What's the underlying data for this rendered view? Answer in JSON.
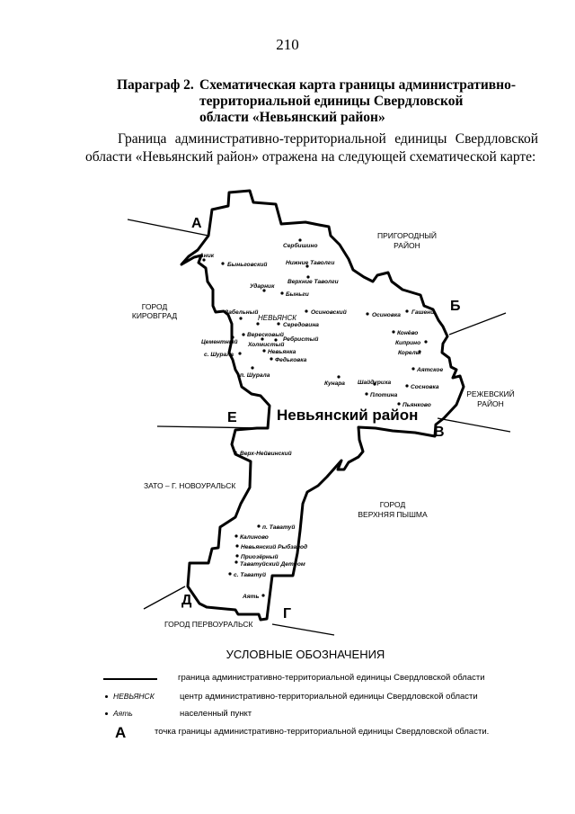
{
  "page": {
    "number": "210"
  },
  "heading": {
    "label": "Параграф 2.",
    "title_lines": [
      "Схематическая карта границы административно-",
      "территориальной единицы Свердловской",
      "области «Невьянский район»"
    ]
  },
  "intro": {
    "text": "Граница административно-территориальной единицы Свердловской области «Невьянский район» отражена на следующей схематической карте:"
  },
  "map": {
    "district_name": "Невьянский район",
    "neighbors": {
      "prigorodny": [
        "ПРИГОРОДНЫЙ",
        "РАЙОН"
      ],
      "kirovgrad": [
        "ГОРОД",
        "КИРОВГРАД"
      ],
      "rezhevskoy": [
        "РЕЖЕВСКИЙ",
        "РАЙОН"
      ],
      "novouralsk": "ЗАТО – Г. НОВОУРАЛЬСК",
      "verkhnyaya_pyshma": [
        "ГОРОД",
        "ВЕРХНЯЯ ПЫШМА"
      ],
      "pervouralsk": "ГОРОД ПЕРВОУРАЛЬСК"
    },
    "boundary_points": [
      "А",
      "Б",
      "В",
      "Г",
      "Д",
      "Е"
    ],
    "center": "НЕВЬЯНСК",
    "settlements": [
      "Аник",
      "Быньговский",
      "Сербишино",
      "Нижние Таволги",
      "Верхние Таволги",
      "Ударник",
      "Быньги",
      "Забельный",
      "Осиновский",
      "Осиновка",
      "Гашени",
      "Середовина",
      "Ребристый",
      "Вересковый",
      "Цементный",
      "Холмистый",
      "с. Шурала",
      "Невьянка",
      "Федьковка",
      "п. Шурала",
      "Конёво",
      "Киприно",
      "Корелы",
      "Аятское",
      "Кунара",
      "Шайдуриха",
      "Сосновка",
      "Плотина",
      "Пьянково",
      "Верх-Нейвинский",
      "п. Таватуй",
      "Калиново",
      "Невьянский Рыбзавод",
      "Приозёрный",
      "Таватуйский Детдом",
      "с. Таватуй",
      "Аять"
    ]
  },
  "legend": {
    "title": "УСЛОВНЫЕ ОБОЗНАЧЕНИЯ",
    "items": [
      {
        "symbol": "line",
        "text": "граница административно-территориальной единицы Свердловской области"
      },
      {
        "symbol": "НЕВЬЯНСК",
        "text": "центр административно-территориальной единицы Свердловской области"
      },
      {
        "symbol": "Аять",
        "text": "населенный пункт"
      },
      {
        "symbol": "А",
        "text": "точка границы административно-территориальной единицы Свердловской области."
      }
    ]
  }
}
